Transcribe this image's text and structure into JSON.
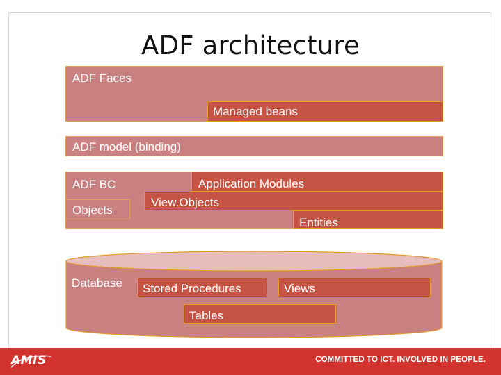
{
  "slide": {
    "title": "ADF architecture"
  },
  "layers": {
    "faces": {
      "label": "ADF Faces",
      "managed_beans": "Managed beans"
    },
    "model": {
      "label": "ADF model (binding)"
    },
    "bc": {
      "label": "ADF BC",
      "objects": "Objects",
      "application_modules": "Application Modules",
      "view_objects": "View.Objects",
      "entities": "Entities"
    },
    "database": {
      "label": "Database",
      "stored_procedures": "Stored Procedures",
      "views": "Views",
      "tables": "Tables"
    }
  },
  "footer": {
    "logo": "AMIS",
    "tagline": "COMMITTED TO ICT. INVOLVED IN PEOPLE."
  },
  "colors": {
    "layer_fill": "#c98080",
    "component_fill": "#c65444",
    "component_border": "#e39a2a",
    "footer_red": "#d2332f"
  }
}
